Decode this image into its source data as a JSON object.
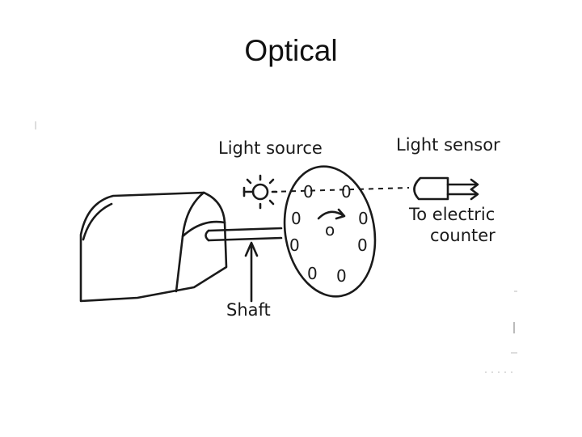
{
  "slide": {
    "title": "Optical"
  },
  "diagram": {
    "labels": {
      "light_source": "Light source",
      "light_sensor": "Light sensor",
      "output_line1": "To electric",
      "output_line2": "counter",
      "shaft": "Shaft"
    },
    "disc_hole_symbol": "0",
    "disc_hub_symbol": "o"
  }
}
